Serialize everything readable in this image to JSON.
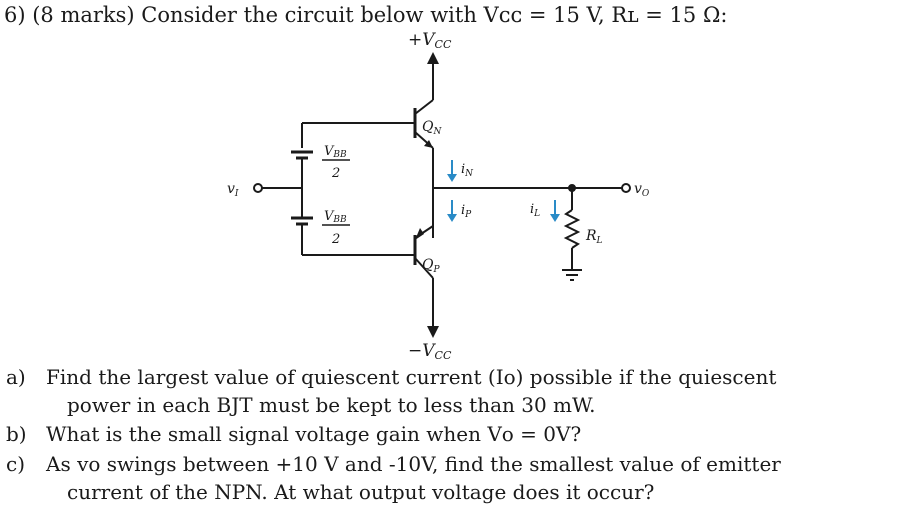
{
  "question": {
    "title": "6) (8 marks) Consider the circuit below with Vᴄᴄ = 15 V, Rʟ = 15 Ω:"
  },
  "circuit": {
    "vcc_pos": "+V",
    "vcc_neg": "−V",
    "vcc_sub": "CC",
    "qn": "Q",
    "qn_sub": "N",
    "qp": "Q",
    "qp_sub": "P",
    "vbb": "V",
    "vbb_sub": "BB",
    "two": "2",
    "vi": "v",
    "vi_sub": "I",
    "vo": "v",
    "vo_sub": "O",
    "in": "i",
    "in_sub": "N",
    "ip": "i",
    "ip_sub": "P",
    "il": "i",
    "il_sub": "L",
    "rl": "R",
    "rl_sub": "L"
  },
  "parts": [
    {
      "label": "a)",
      "line1": "Find the largest value of quiescent current (Iᴏ) possible if the quiescent",
      "line2": "power in each BJT must be kept to less than 30 mW."
    },
    {
      "label": "b)",
      "line1": "What is the small signal voltage gain when Vᴏ = 0V?"
    },
    {
      "label": "c)",
      "line1": "As vᴏ swings between +10 V and -10V, find the smallest value of emitter",
      "line2": "current of the NPN. At what output voltage does it occur?"
    }
  ]
}
